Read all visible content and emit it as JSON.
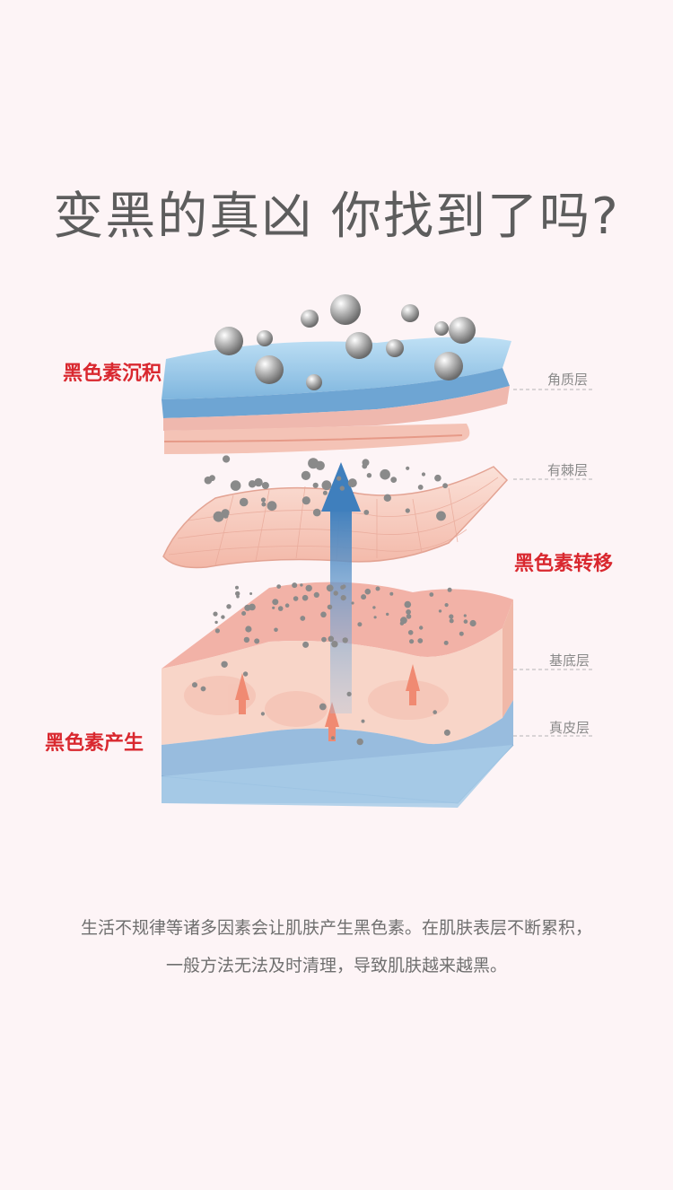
{
  "headline": "变黑的真凶 你找到了吗?",
  "labels": {
    "deposit": "黑色素沉积",
    "transfer": "黑色素转移",
    "produce": "黑色素产生"
  },
  "layers": {
    "stratum_corneum": "角质层",
    "spinous": "有棘层",
    "basal": "基底层",
    "dermis": "真皮层"
  },
  "description": {
    "line1": "生活不规律等诸多因素会让肌肤产生黑色素。在肌肤表层不断累积，",
    "line2": "一般方法无法及时清理，导致肌肤越来越黑。"
  },
  "colors": {
    "accent_red": "#d9282f",
    "skin_pink": "#f6c9bd",
    "skin_blue": "#9cc6e6",
    "arrow_blue": "#4a86c0",
    "melanin_gray": "#7d7d7d"
  }
}
